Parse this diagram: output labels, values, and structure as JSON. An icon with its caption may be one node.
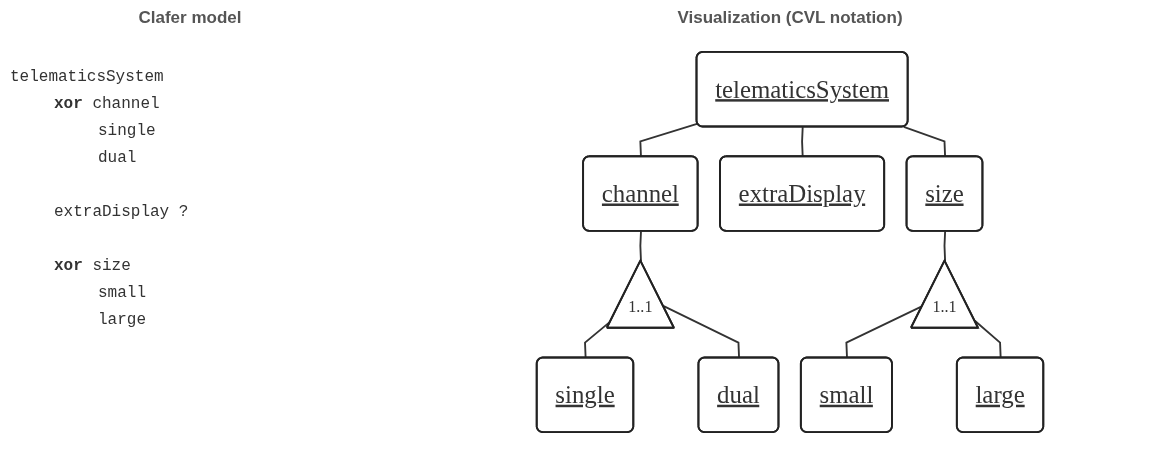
{
  "diagram": {
    "nodes": [
      {
        "text": [
          "telematicsSystem"
        ]
      },
      {
        "text": [
          "channel"
        ]
      },
      {
        "text": [
          "extraDisplay"
        ]
      },
      {
        "text": [
          "size"
        ]
      },
      {
        "text": [
          "1..1"
        ]
      },
      {
        "text": [
          "single"
        ]
      },
      {
        "text": [
          "dual"
        ]
      },
      {
        "text": [
          "1..1"
        ]
      },
      {
        "text": [
          "small"
        ]
      },
      {
        "text": [
          "large"
        ]
      }
    ],
    "edges": [
      {
        "from": 0,
        "to": 1,
        "arrow": "none"
      },
      {
        "from": 0,
        "to": 2,
        "arrow": "none"
      },
      {
        "from": 0,
        "to": 3,
        "arrow": "none"
      },
      {
        "from": 1,
        "to": 4,
        "arrow": "none"
      },
      {
        "from": 4,
        "to": 5,
        "arrow": "none"
      },
      {
        "from": 4,
        "to": 6,
        "arrow": "none"
      },
      {
        "from": 3,
        "to": 7,
        "arrow": "none"
      },
      {
        "from": 7,
        "to": 8,
        "arrow": "none"
      },
      {
        "from": 7,
        "to": 9,
        "arrow": "none"
      }
    ],
    "labels": [
      "Clafer model",
      "Visualization (CVL notation)",
      "telematicsSystem",
      "**xor** channel",
      "single",
      "dual",
      "extraDisplay ?",
      "**xor** size",
      "small",
      "large"
    ]
  }
}
